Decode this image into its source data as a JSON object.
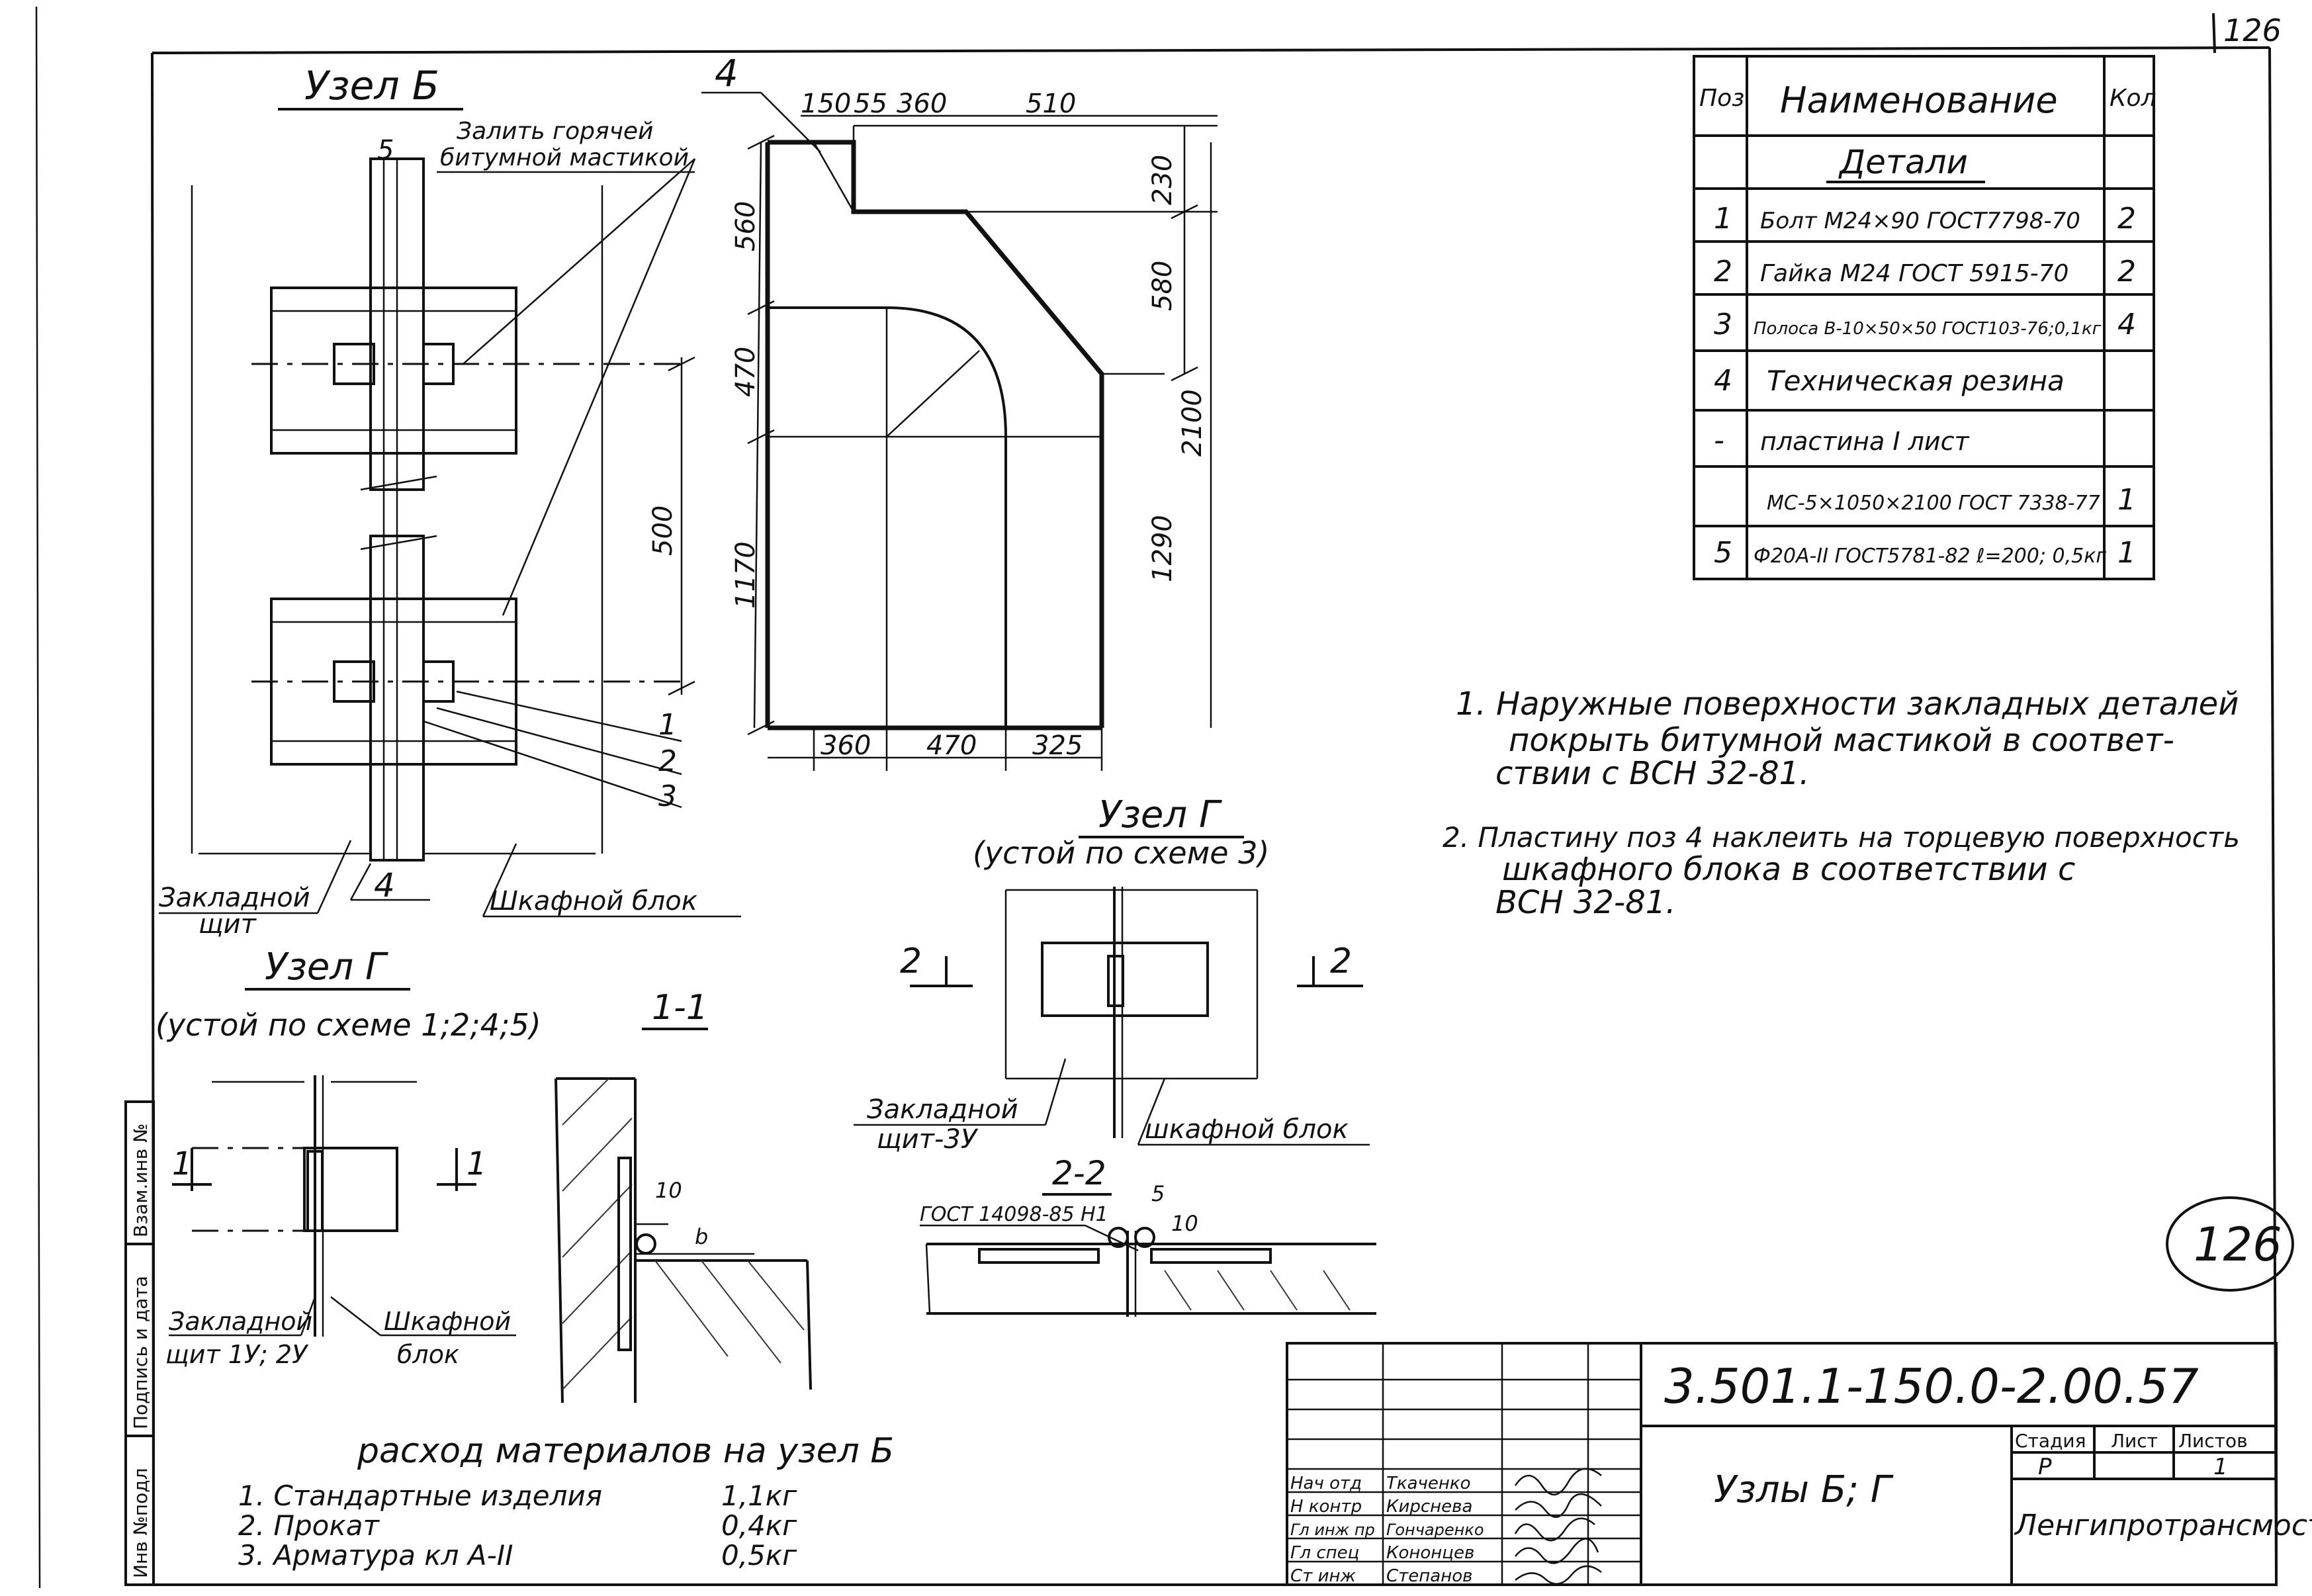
{
  "page_number": "126",
  "stamp_number": "126",
  "node_b": {
    "title": "Узел Б",
    "note_line1": "Залить горячей",
    "note_line2": "битумной мастикой",
    "pos5": "5",
    "dim_500": "500",
    "callout_1": "1",
    "callout_2": "2",
    "callout_3": "3",
    "callout_4": "4",
    "label_panel_1": "Закладной",
    "label_panel_2": "щит",
    "label_block": "Шкафной блок"
  },
  "plate": {
    "callout_4": "4",
    "dims_top": [
      "150",
      "55",
      "360",
      "510"
    ],
    "dims_bottom": [
      "360",
      "470",
      "325"
    ],
    "dims_left": [
      "560",
      "470",
      "1170"
    ],
    "dims_right": [
      "230",
      "580",
      "1290",
      "2100"
    ]
  },
  "node_g1": {
    "title": "Узел Г",
    "subtitle": "(устой по схеме 1;2;4;5)",
    "section": "1-1",
    "cut_left": "1",
    "cut_right": "1",
    "label_panel_1": "Закладной",
    "label_panel_2": "щит 1У; 2У",
    "label_block_1": "Шкафной",
    "label_block_2": "блок",
    "dim_10": "10",
    "dim_b": "b"
  },
  "node_g3": {
    "title": "Узел Г",
    "subtitle": "(устой по схеме 3)",
    "cut_left": "2",
    "cut_right": "2",
    "label_panel_1": "Закладной",
    "label_panel_2": "щит-3У",
    "label_block": "шкафной блок",
    "section": "2-2",
    "gost": "ГОСТ 14098-85 Н1",
    "dim_5": "5",
    "dim_10": "10"
  },
  "materials": {
    "title": "расход материалов на узел Б",
    "rows": [
      {
        "label": "1. Стандартные изделия",
        "value": "1,1кг"
      },
      {
        "label": "2. Прокат",
        "value": "0,4кг"
      },
      {
        "label": "3. Арматура кл А-II",
        "value": "0,5кг"
      }
    ]
  },
  "spec_table": {
    "headers": [
      "Поз",
      "Наименование",
      "Кол"
    ],
    "section": "Детали",
    "rows": [
      {
        "pos": "1",
        "name": "Болт М24×90 ГОСТ7798-70",
        "qty": "2"
      },
      {
        "pos": "2",
        "name": "Гайка М24 ГОСТ 5915-70",
        "qty": "2"
      },
      {
        "pos": "3",
        "name": "Полоса В-10×50×50 ГОСТ103-76;0,1кг",
        "qty": "4"
      },
      {
        "pos": "4",
        "name": "Техническая резина",
        "qty": ""
      },
      {
        "pos": "-",
        "name": "пластина I лист",
        "qty": ""
      },
      {
        "pos": "",
        "name": "МС-5×1050×2100 ГОСТ 7338-77",
        "qty": "1"
      },
      {
        "pos": "5",
        "name": "Ф20А-II ГОСТ5781-82 ℓ=200; 0,5кг",
        "qty": "1"
      }
    ]
  },
  "notes": [
    [
      "1. Наружные поверхности закладных деталей",
      "покрыть битумной мастикой в соответ-",
      "ствии с ВСН 32-81."
    ],
    [
      "2. Пластину поз 4 наклеить на торцевую поверхность",
      "шкафного блока в соответствии с",
      "ВСН 32-81."
    ]
  ],
  "title_block": {
    "code": "3.501.1-150.0-2.00.57",
    "name": "Узлы Б; Г",
    "stage_label": "Стадия",
    "sheet_label": "Лист",
    "sheets_label": "Листов",
    "stage": "Р",
    "sheet_no": "",
    "sheets": "1",
    "org": "Ленгипротрансмост",
    "staff": [
      {
        "role": "Нач отд",
        "name": "Ткаченко"
      },
      {
        "role": "Н контр",
        "name": "Кирснева"
      },
      {
        "role": "Гл инж пр",
        "name": "Гончаренко"
      },
      {
        "role": "Гл спец",
        "name": "Кононцев"
      },
      {
        "role": "Ст инж",
        "name": "Степанов"
      }
    ]
  },
  "side_stamp": [
    "Инв №подл",
    "Подпись и дата",
    "Взам.инв №"
  ]
}
